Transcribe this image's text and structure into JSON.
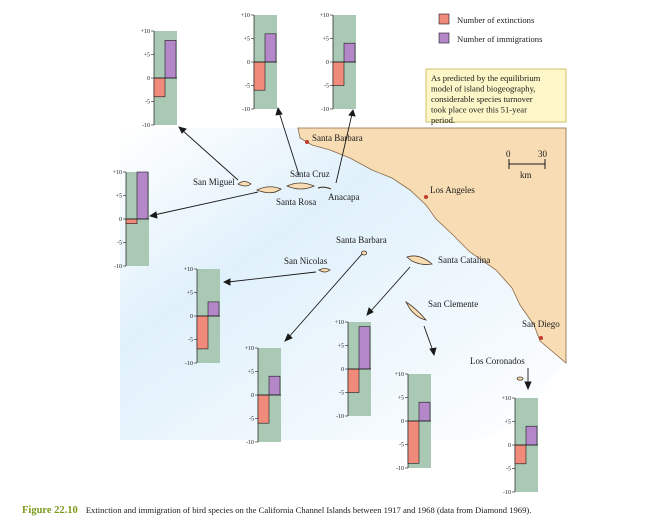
{
  "figure": {
    "number": "Figure 22.10",
    "caption": "Extinction and immigration of bird species on the California Channel Islands between 1917 and 1968 (data from Diamond 1969)."
  },
  "legend": {
    "extinctions": "Number of extinctions",
    "immigrations": "Number of immigrations"
  },
  "annotation": "As predicted by the equilibrium model of island biogeography, considerable species turnover took place over this 51-year period.",
  "scale_bar": {
    "start": "0",
    "end": "30",
    "unit": "km"
  },
  "mainland_labels": [
    "Santa Barbara",
    "Los Angeles",
    "San Diego"
  ],
  "islands": [
    "San Miguel",
    "Santa Cruz",
    "Anacapa",
    "Santa Rosa",
    "Santa Barbara",
    "San Nicolas",
    "Santa Catalina",
    "San Clemente",
    "Los Coronados"
  ],
  "colors": {
    "extinction": "#f08a7a",
    "immigration": "#b487c8",
    "panel": "#a9c9b5",
    "land": "#f7dcb4",
    "sea": "#cfe6f3"
  },
  "chart_data": [
    {
      "type": "bar",
      "island": "San Miguel",
      "categories": [
        "extinctions",
        "immigrations"
      ],
      "values": [
        -4,
        8
      ],
      "yticks": [
        "+10",
        "+5",
        "0",
        "-5",
        "-10"
      ],
      "ylim": [
        -10,
        10
      ]
    },
    {
      "type": "bar",
      "island": "Santa Cruz",
      "categories": [
        "extinctions",
        "immigrations"
      ],
      "values": [
        -6,
        6
      ],
      "yticks": [
        "+10",
        "+5",
        "0",
        "-5",
        "-10"
      ],
      "ylim": [
        -10,
        10
      ]
    },
    {
      "type": "bar",
      "island": "Anacapa",
      "categories": [
        "extinctions",
        "immigrations"
      ],
      "values": [
        -5,
        4
      ],
      "yticks": [
        "+10",
        "+5",
        "0",
        "-5",
        "-10"
      ],
      "ylim": [
        -10,
        10
      ]
    },
    {
      "type": "bar",
      "island": "Santa Rosa",
      "categories": [
        "extinctions",
        "immigrations"
      ],
      "values": [
        -1,
        10
      ],
      "yticks": [
        "+10",
        "+5",
        "0",
        "-5",
        "-10"
      ],
      "ylim": [
        -10,
        10
      ]
    },
    {
      "type": "bar",
      "island": "San Nicolas",
      "categories": [
        "extinctions",
        "immigrations"
      ],
      "values": [
        -7,
        3
      ],
      "yticks": [
        "+10",
        "+5",
        "0",
        "-5",
        "-10"
      ],
      "ylim": [
        -10,
        10
      ]
    },
    {
      "type": "bar",
      "island": "Santa Barbara",
      "categories": [
        "extinctions",
        "immigrations"
      ],
      "values": [
        -6,
        4
      ],
      "yticks": [
        "+10",
        "+5",
        "0",
        "-5",
        "-10"
      ],
      "ylim": [
        -10,
        10
      ]
    },
    {
      "type": "bar",
      "island": "Santa Catalina",
      "categories": [
        "extinctions",
        "immigrations"
      ],
      "values": [
        -5,
        9
      ],
      "yticks": [
        "+10",
        "+5",
        "0",
        "-5",
        "-10"
      ],
      "ylim": [
        -10,
        10
      ]
    },
    {
      "type": "bar",
      "island": "San Clemente",
      "categories": [
        "extinctions",
        "immigrations"
      ],
      "values": [
        -9,
        4
      ],
      "yticks": [
        "+10",
        "+5",
        "0",
        "-5",
        "-10"
      ],
      "ylim": [
        -10,
        10
      ]
    },
    {
      "type": "bar",
      "island": "Los Coronados",
      "categories": [
        "extinctions",
        "immigrations"
      ],
      "values": [
        -4,
        4
      ],
      "yticks": [
        "+10",
        "+5",
        "0",
        "-5",
        "-10"
      ],
      "ylim": [
        -10,
        10
      ]
    }
  ]
}
